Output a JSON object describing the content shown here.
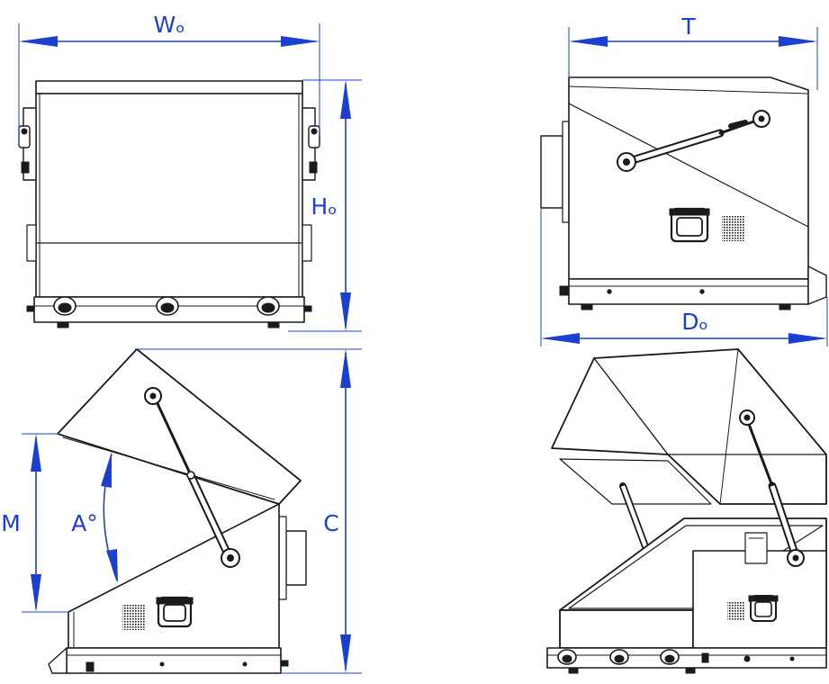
{
  "colors": {
    "dimension": "#1b3fd1",
    "ink": "#1a1a1a",
    "background": "#ffffff"
  },
  "labels": {
    "width_outer": "Wₒ",
    "height_outer": "Hₒ",
    "thickness": "T",
    "depth_outer": "Dₒ",
    "rear_height": "M",
    "open_angle": "A°",
    "open_height": "C"
  },
  "views": [
    {
      "id": "front-view-closed"
    },
    {
      "id": "side-view-closed"
    },
    {
      "id": "side-view-open"
    },
    {
      "id": "isometric-view-open"
    }
  ]
}
